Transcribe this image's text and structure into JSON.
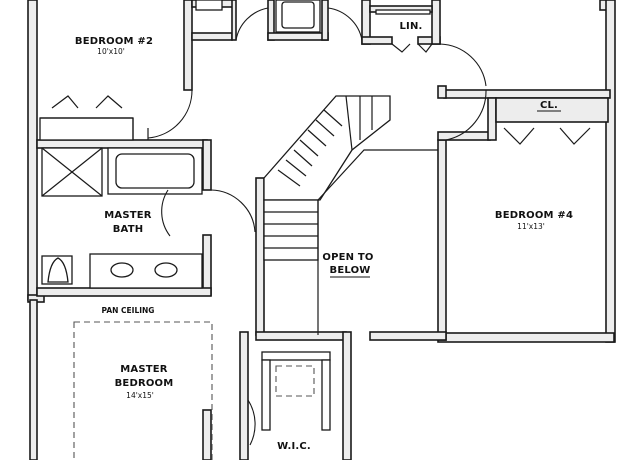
{
  "rooms": {
    "bedroom2": {
      "name": "BEDROOM #2",
      "size": "10'x10'"
    },
    "master_bath": {
      "name_line1": "MASTER",
      "name_line2": "BATH"
    },
    "master_bedroom": {
      "name_line1": "MASTER",
      "name_line2": "BEDROOM",
      "size": "14'x15'"
    },
    "bedroom4": {
      "name": "BEDROOM #4",
      "size": "11'x13'"
    },
    "open_to_below": {
      "line1": "OPEN TO",
      "line2": "BELOW"
    },
    "linen": {
      "name": "LIN."
    },
    "closet": {
      "name": "CL."
    },
    "walk_in_closet": {
      "name": "W.I.C."
    }
  },
  "notes": {
    "pan_ceiling": "PAN CEILING"
  }
}
